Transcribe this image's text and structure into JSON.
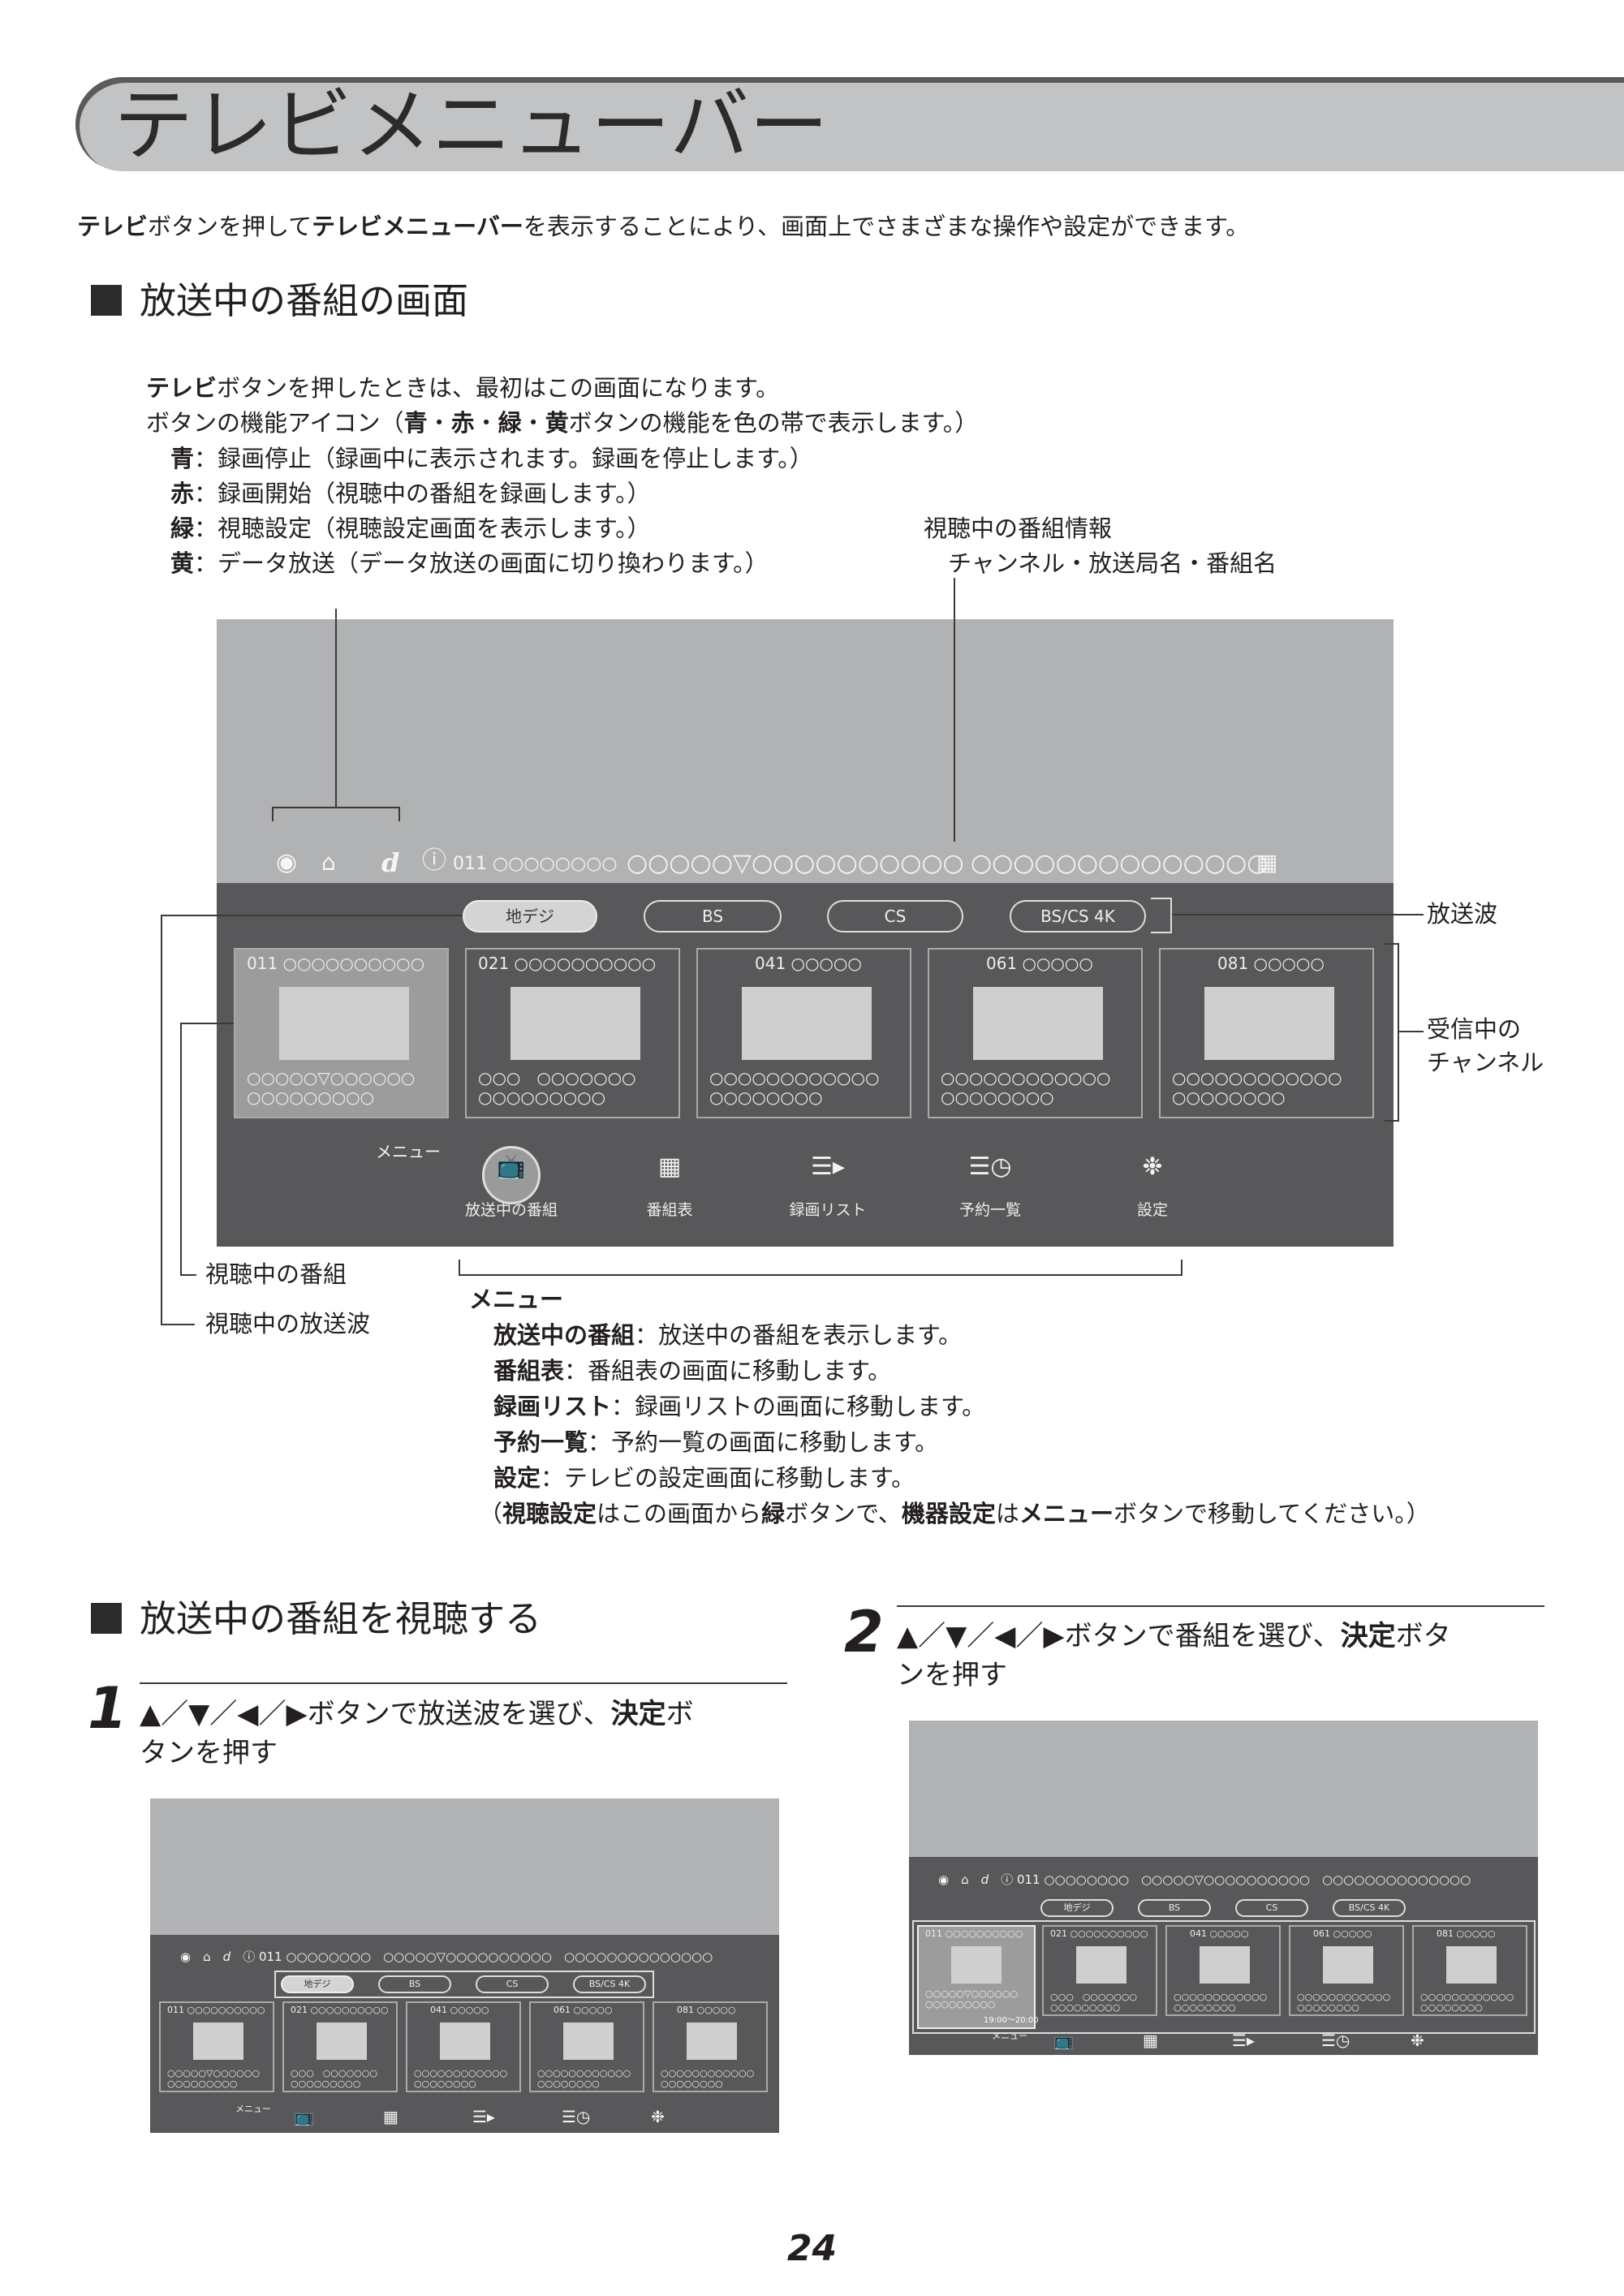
{
  "page": {
    "title": "テレビメニューバー",
    "page_number": "24"
  },
  "intro": {
    "b1": "テレビ",
    "t1": "ボタンを押して",
    "b2": "テレビメニューバー",
    "t2": "を表示することにより、画面上でさまざまな操作や設定ができます。"
  },
  "section1": {
    "heading": "放送中の番組の画面",
    "line1_b": "テレビ",
    "line1_t": "ボタンを押したときは、最初はこの画面になります。",
    "line2_a": "ボタンの機能アイコン（",
    "line2_b1": "青",
    "line2_dot1": "・",
    "line2_b2": "赤",
    "line2_dot2": "・",
    "line2_b3": "緑",
    "line2_dot3": "・",
    "line2_b4": "黄",
    "line2_c": "ボタンの機能を色の帯で表示します。）",
    "colors": [
      {
        "label": "青",
        "desc": "：録画停止（録画中に表示されます。録画を停止します。）"
      },
      {
        "label": "赤",
        "desc": "：録画開始（視聴中の番組を録画します。）"
      },
      {
        "label": "緑",
        "desc": "：視聴設定（視聴設定画面を表示します。）"
      },
      {
        "label": "黄",
        "desc": "：データ放送（データ放送の画面に切り換わります。）"
      }
    ],
    "callout_info_title": "視聴中の番組情報",
    "callout_info_sub": "チャンネル・放送局名・番組名",
    "callout_broadcast": "放送波",
    "callout_channels_1": "受信中の",
    "callout_channels_2": "チャンネル",
    "callout_watching_prog": "視聴中の番組",
    "callout_watching_wave": "視聴中の放送波",
    "menu_title": "メニュー",
    "menu_desc": [
      {
        "b": "放送中の番組",
        "t": "：放送中の番組を表示します。"
      },
      {
        "b": "番組表",
        "t": "：番組表の画面に移動します。"
      },
      {
        "b": "録画リスト",
        "t": "：録画リストの画面に移動します。"
      },
      {
        "b": "予約一覧",
        "t": "：予約一覧の画面に移動します。"
      },
      {
        "b": "設定",
        "t": "：テレビの設定画面に移動します。"
      }
    ],
    "note_a": "（",
    "note_b1": "視聴設定",
    "note_c": "はこの画面から",
    "note_b2": "緑",
    "note_d": "ボタンで、",
    "note_b3": "機器設定",
    "note_e": "は",
    "note_b4": "メニュー",
    "note_f": "ボタンで移動してください。）"
  },
  "screen": {
    "info_channel": "011 ○○○○○○○○",
    "info_station": "○○○○○▽○○○○○○○○○○",
    "info_program": "○○○○○○○○○○○○○○",
    "tabs": [
      "地デジ",
      "BS",
      "CS",
      "BS/CS 4K"
    ],
    "channels": [
      {
        "ch": "011 ○○○○○○○○○○",
        "line1": "○○○○○▽○○○○○○",
        "line2": "○○○○○○○○○"
      },
      {
        "ch": "021 ○○○○○○○○○○",
        "line1": "○○○　○○○○○○○",
        "line2": "○○○○○○○○○"
      },
      {
        "ch": "041 ○○○○○",
        "line1": "○○○○○○○○○○○○",
        "line2": "○○○○○○○○"
      },
      {
        "ch": "061 ○○○○○",
        "line1": "○○○○○○○○○○○○",
        "line2": "○○○○○○○○"
      },
      {
        "ch": "081 ○○○○○",
        "line1": "○○○○○○○○○○○○",
        "line2": "○○○○○○○○"
      }
    ],
    "menu_label": "メニュー",
    "menu_items": [
      "放送中の番組",
      "番組表",
      "録画リスト",
      "予約一覧",
      "設定"
    ],
    "menu_glyphs": [
      "📺",
      "▦",
      "☰▸",
      "☰◷",
      "❉"
    ],
    "time": "19:00〜20:00"
  },
  "section2": {
    "heading": "放送中の番組を視聴する",
    "step1_no": "1",
    "step1_a": "▲／▼／◀／▶ボタンで放送波を選び、",
    "step1_b": "決定",
    "step1_c": "ボ",
    "step1_d": "タンを押す",
    "step2_no": "2",
    "step2_a": "▲／▼／◀／▶ボタンで番組を選び、",
    "step2_b": "決定",
    "step2_c": "ボタ",
    "step2_d": "ンを押す"
  }
}
